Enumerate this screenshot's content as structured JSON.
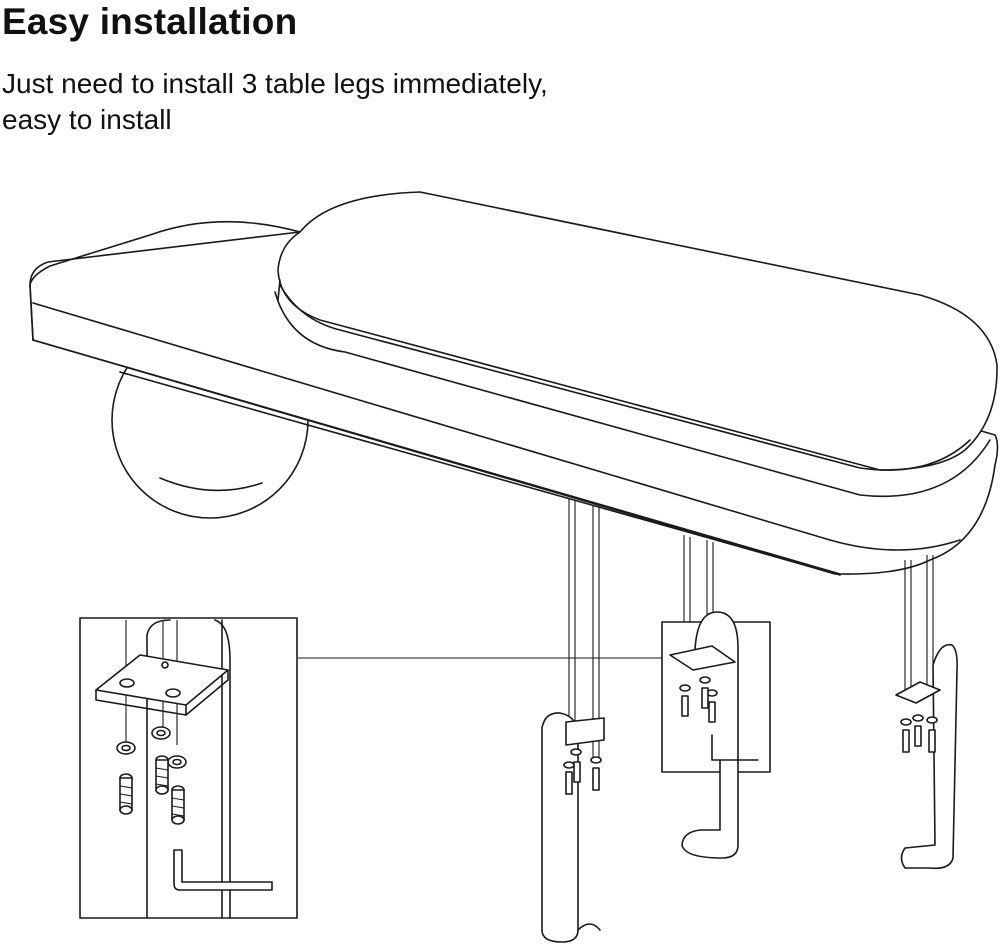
{
  "heading": {
    "title": "Easy installation",
    "line1": "Just need to install 3 table legs immediately,",
    "line2": "easy to install"
  },
  "illustration": {
    "icons": [
      "armrest-pad-icon",
      "table-leg-icon",
      "screw-icon",
      "washer-icon",
      "hex-key-icon",
      "mounting-plate-icon"
    ],
    "leg_count": 3
  }
}
